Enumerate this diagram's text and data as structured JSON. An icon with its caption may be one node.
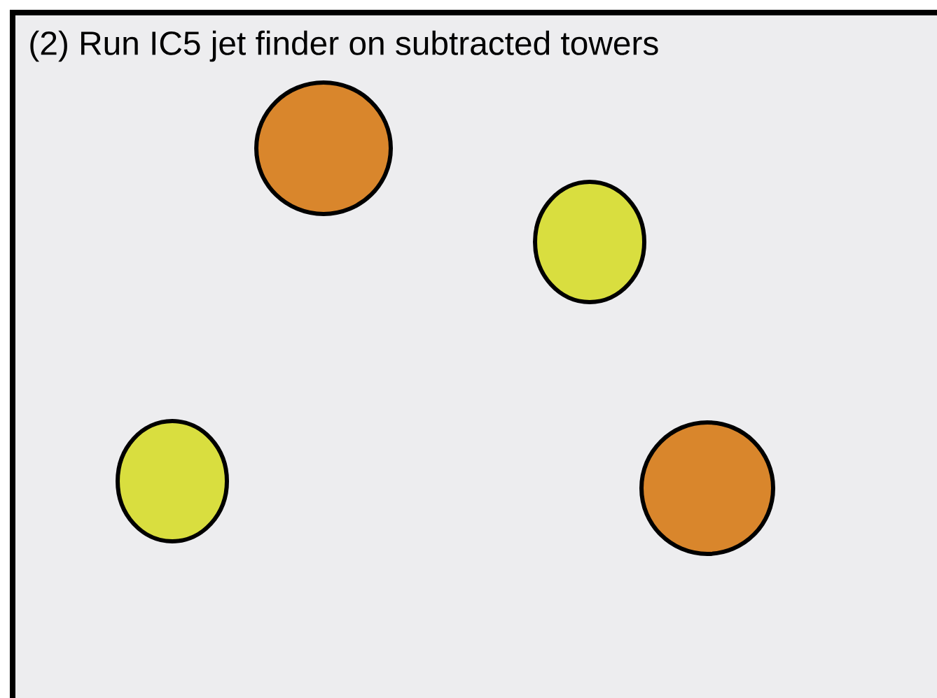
{
  "diagram": {
    "title": "(2) Run IC5 jet finder on subtracted towers",
    "nodes": [
      {
        "text": [],
        "shape": "circle"
      },
      {
        "text": [],
        "shape": "circle"
      },
      {
        "text": [],
        "shape": "circle"
      },
      {
        "text": [],
        "shape": "circle"
      }
    ]
  }
}
